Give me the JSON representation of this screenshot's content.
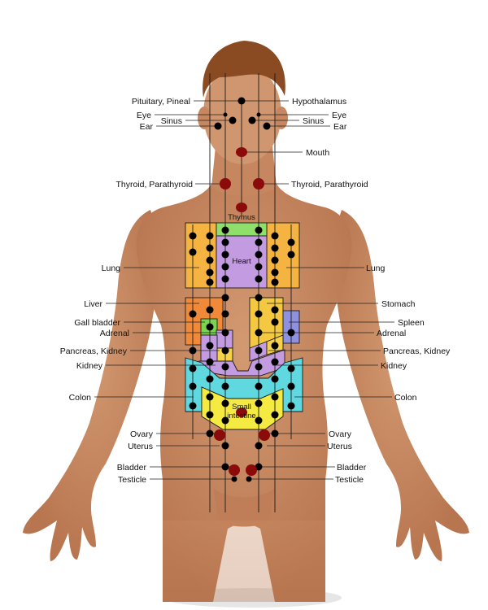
{
  "labels": {
    "pituitary_pineal": "Pituitary, Pineal",
    "hypothalamus": "Hypothalamus",
    "eye": "Eye",
    "sinus": "Sinus",
    "ear": "Ear",
    "mouth": "Mouth",
    "thyroid_parathyroid": "Thyroid, Parathyroid",
    "thymus": "Thymus",
    "heart": "Heart",
    "lung": "Lung",
    "liver": "Liver",
    "stomach": "Stomach",
    "gall_bladder": "Gall bladder",
    "spleen": "Spleen",
    "adrenal": "Adrenal",
    "pancreas_kidney": "Pancreas, Kidney",
    "kidney": "Kidney",
    "colon": "Colon",
    "small_intestine_line1": "Small",
    "small_intestine_line2": "intestine",
    "ovary": "Ovary",
    "uterus": "Uterus",
    "bladder": "Bladder",
    "testicle": "Testicle"
  },
  "colors": {
    "skin": "#c98a62",
    "skin_shadow": "#b5744c",
    "hair": "#8a4a22",
    "lung": "#f5b342",
    "heart": "#c39be0",
    "thymus": "#8fe06a",
    "liver": "#f08a3a",
    "stomach": "#f5c842",
    "spleen": "#8e90e0",
    "gall_bladder": "#7ad650",
    "adrenal_kidney": "#c39be0",
    "pancreas": "#f5d24a",
    "colon": "#5fd8e0",
    "small_intestine": "#f5ea42",
    "acupoint": "#000000",
    "red_point": "#8b0a0a"
  }
}
